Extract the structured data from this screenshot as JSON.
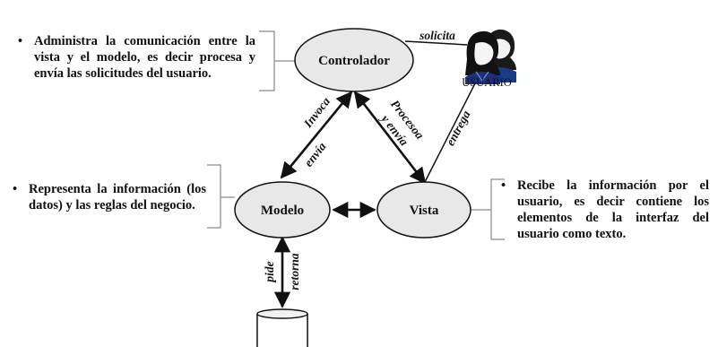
{
  "nodes": {
    "controller": "Controlador",
    "model": "Modelo",
    "view": "Vista"
  },
  "user": {
    "label": "USUARIO",
    "icon": "user-pair-icon"
  },
  "database": {
    "icon": "database-cylinder-icon"
  },
  "edges": {
    "solicita": "solicita",
    "invoca": "Invoca",
    "envia_left": "envía",
    "procesa": "Procesoa",
    "envia_right": "y envía",
    "entrega": "entrega",
    "pide": "pide",
    "retorna": "retorna"
  },
  "notes": {
    "controller": "Administra la comunicación entre la vista y el modelo, es decir procesa y envía las solicitudes del usuario.",
    "model": "Representa la información (los datos) y las reglas del negocio.",
    "view": "Recibe la información por el usuario, es decir contiene los elementos de la interfaz del usuario como texto."
  },
  "bullet": "•",
  "colors": {
    "node_fill": "#e8e8e8",
    "stroke": "#111111",
    "bracket": "#8a8a8a"
  }
}
